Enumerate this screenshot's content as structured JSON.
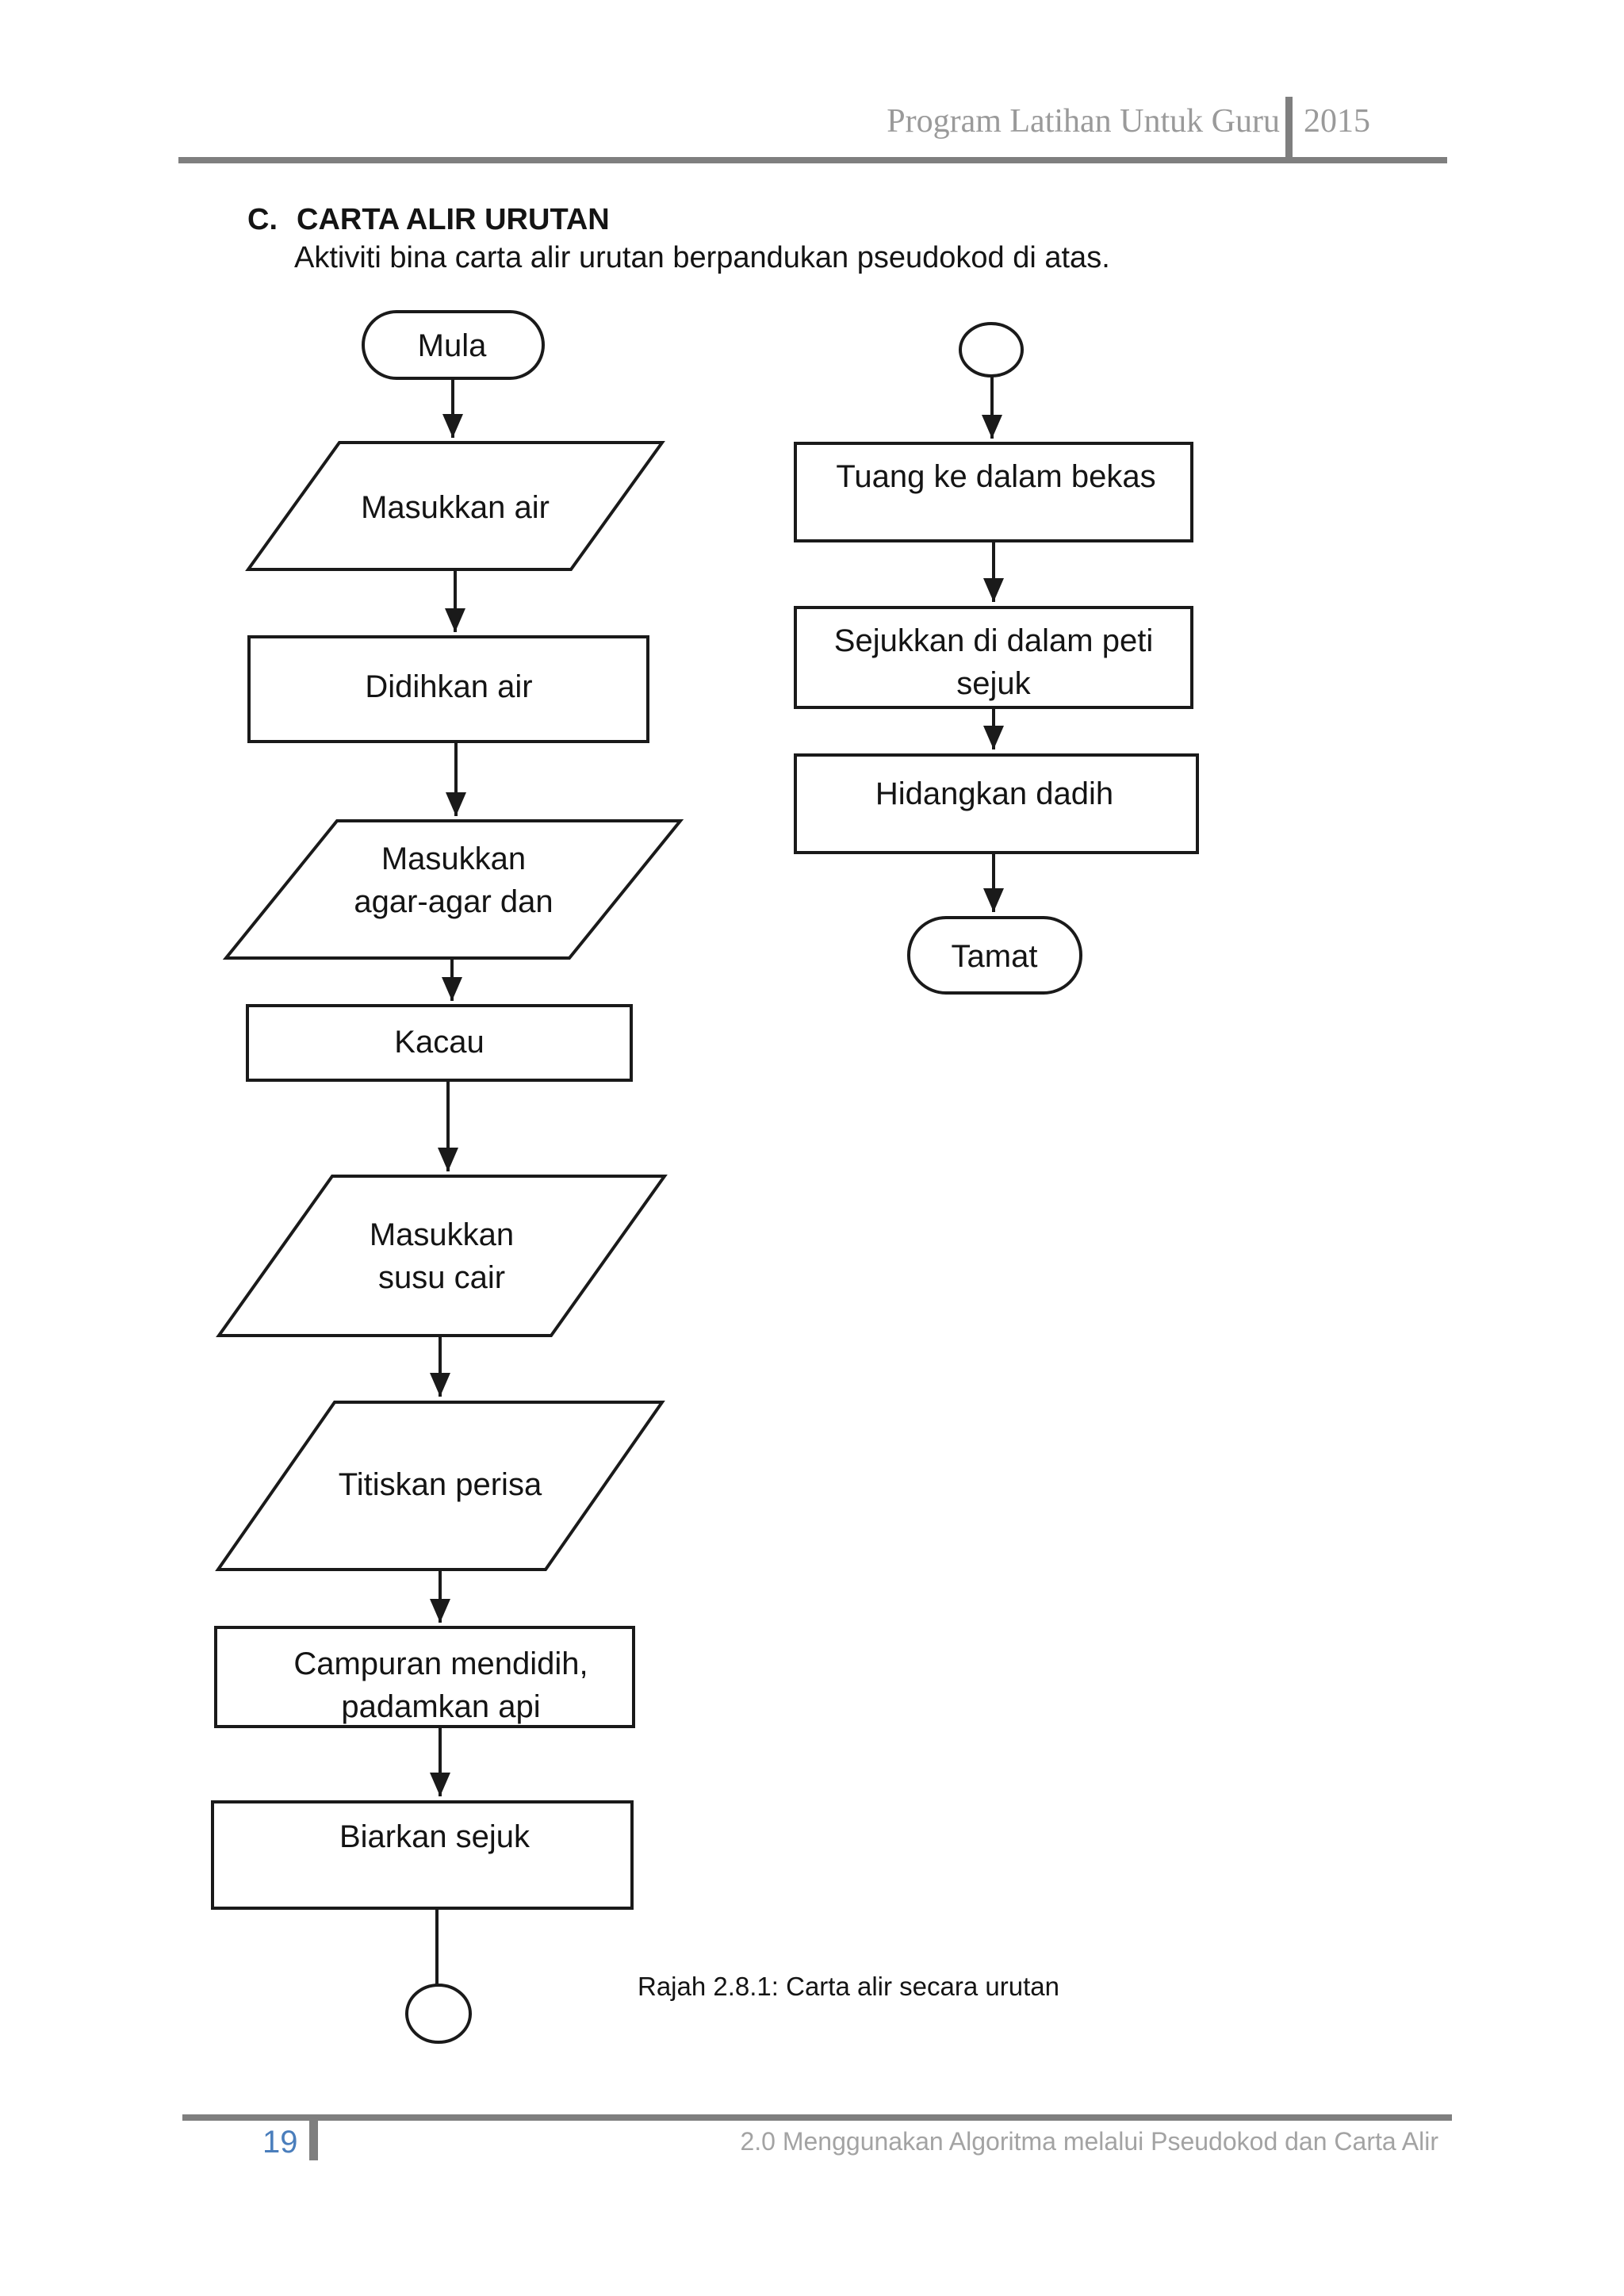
{
  "header": {
    "title": "Program Latihan Untuk Guru",
    "year": "2015"
  },
  "section": {
    "label": "C.",
    "title": "CARTA ALIR URUTAN",
    "subtitle": "Aktiviti bina carta alir urutan berpandukan pseudokod di atas."
  },
  "flowchart": {
    "left": {
      "start": "Mula",
      "input_air": "Masukkan air",
      "didihkan": "Didihkan air",
      "agar_line1": "Masukkan",
      "agar_line2": "agar-agar dan",
      "kacau": "Kacau",
      "susu_line1": "Masukkan",
      "susu_line2": "susu cair",
      "titiskan": "Titiskan perisa",
      "campuran_line1": "Campuran mendidih,",
      "campuran_line2": "padamkan api",
      "biarkan": "Biarkan sejuk"
    },
    "right": {
      "tuang": "Tuang ke dalam bekas",
      "sejukkan_line1": "Sejukkan di dalam peti",
      "sejukkan_line2": "sejuk",
      "hidangkan": "Hidangkan dadih",
      "end": "Tamat"
    }
  },
  "caption": "Rajah 2.8.1: Carta alir secara urutan",
  "footer": {
    "page_number": "19",
    "section_title": "2.0 Menggunakan Algoritma melalui Pseudokod dan Carta Alir"
  },
  "colors": {
    "page_number_blue": "#4a7ebc",
    "rule_gray": "#7f7f7f",
    "header_text_gray": "#9a9a9a",
    "footer_text_gray": "#a3a3a3",
    "flowchart_stroke": "#1a1a1a"
  }
}
